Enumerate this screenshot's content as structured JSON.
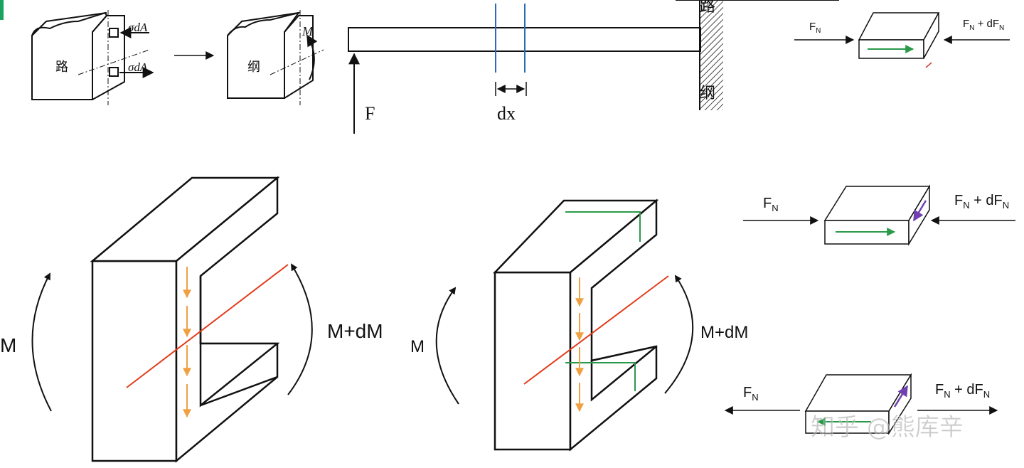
{
  "colors": {
    "accent": "#1aa260",
    "red": "#e23b1a",
    "orange": "#f0a040",
    "green": "#2a9a4a",
    "purple": "#7040b0",
    "blue": "#2a6db5",
    "ink": "#111111"
  },
  "panel1": {
    "left_cube_label": "路",
    "right_cube_label": "纲",
    "stress_top": "σdA",
    "stress_bottom": "σdA",
    "moment": "M"
  },
  "beam": {
    "force": "F",
    "segment": "dx",
    "wall_top": "路",
    "wall_bottom": "纲"
  },
  "slab_top": {
    "left": "F",
    "left_sub": "N",
    "right": "F",
    "right_sub": "N",
    "right_mid": " + dF"
  },
  "slab_mid": {
    "left": "F",
    "left_sub": "N",
    "right": "F",
    "right_sub": "N",
    "right_mid": " + dF"
  },
  "slab_bot": {
    "left": "F",
    "left_sub": "N",
    "right": "F",
    "right_sub": "N",
    "right_mid": " + dF"
  },
  "channel_left": {
    "moment_left": "M",
    "moment_right": "M+dM"
  },
  "channel_right": {
    "moment_left": "M",
    "moment_right": "M+dM"
  },
  "watermark": "知乎 @熊库辛"
}
